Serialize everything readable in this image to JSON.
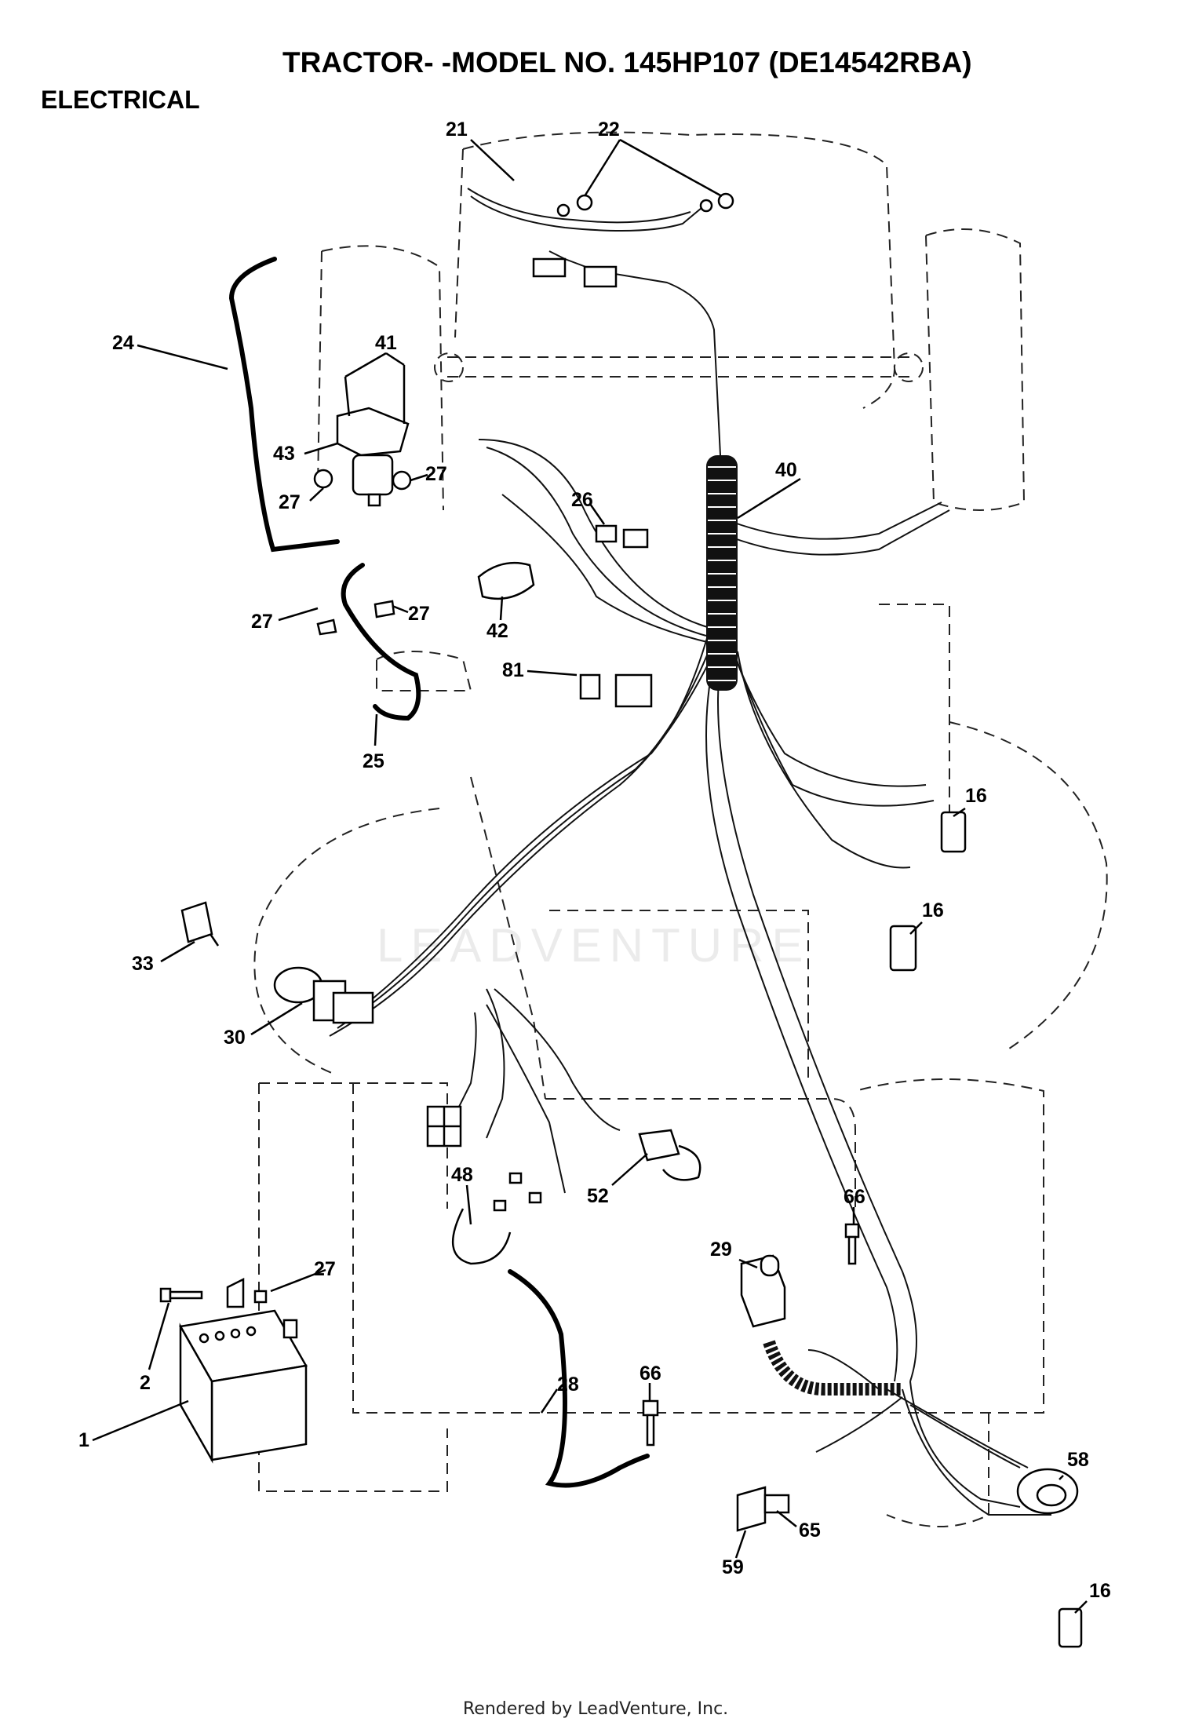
{
  "title": "TRACTOR- -MODEL NO. 145HP107 (DE14542RBA)",
  "section": "ELECTRICAL",
  "footer": "Rendered by LeadVenture, Inc.",
  "watermark": "LEADVENTURE",
  "callouts": {
    "c1": "1",
    "c2": "2",
    "c16a": "16",
    "c16b": "16",
    "c16c": "16",
    "c21": "21",
    "c22": "22",
    "c24": "24",
    "c25": "25",
    "c26": "26",
    "c27a": "27",
    "c27b": "27",
    "c27c": "27",
    "c27d": "27",
    "c27e": "27",
    "c28": "28",
    "c29": "29",
    "c30": "30",
    "c33": "33",
    "c40": "40",
    "c41": "41",
    "c42": "42",
    "c43": "43",
    "c48": "48",
    "c52": "52",
    "c58": "58",
    "c59": "59",
    "c65": "65",
    "c66a": "66",
    "c66b": "66",
    "c81": "81"
  },
  "colors": {
    "ink": "#000000",
    "background": "#ffffff"
  }
}
